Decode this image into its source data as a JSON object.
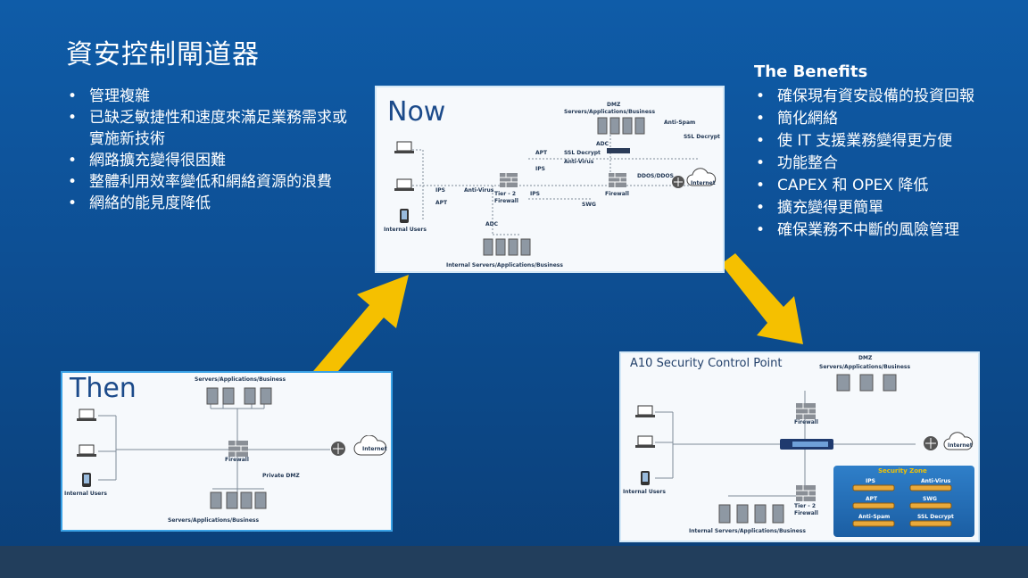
{
  "title": "資安控制閘道器",
  "problems": [
    "管理複雜",
    "已缺乏敏捷性和速度來滿足業務需求或實施新技術",
    "網路擴充變得很困難",
    "整體利用效率變低和網絡資源的浪費",
    "網絡的能見度降低"
  ],
  "benefits_heading": "The Benefits",
  "benefits": [
    "確保現有資安設備的投資回報",
    "簡化網絡",
    "使 IT 支援業務變得更方便",
    "功能整合",
    "CAPEX 和 OPEX 降低",
    "擴充變得更簡單",
    "確保業務不中斷的風險管理"
  ],
  "diagrams": {
    "now": {
      "label": "Now",
      "dmz": "DMZ",
      "servers_top": "Servers/Applications/Business",
      "internal_users": "Internal Users",
      "internal_servers": "Internal Servers/Applications/Business",
      "firewall": "Firewall",
      "tier2_firewall": "Tier - 2",
      "tier2_firewall_sub": "Firewall",
      "ddos": "DDOS/DDOS",
      "internet": "Internet",
      "adc1": "ADC",
      "adc2": "ADC",
      "apt": "APT",
      "ssl_decrypt": "SSL Decrypt",
      "ips": "IPS",
      "anti_virus": "Anti-Virus",
      "swg": "SWG",
      "anti_spam": "Anti-Spam",
      "ssl_decrypt_short": "SSL Decrypt"
    },
    "then": {
      "label": "Then",
      "servers_top": "Servers/Applications/Business",
      "firewall": "Firewall",
      "private_dmz": "Private DMZ",
      "internal_users": "Internal Users",
      "servers_bottom": "Servers/Applications/Business",
      "internet": "Internet"
    },
    "a10": {
      "title": "A10 Security Control Point",
      "dmz": "DMZ",
      "servers_top": "Servers/Applications/Business",
      "firewall": "Firewall",
      "internet": "Internet",
      "internal_users": "Internal Users",
      "tier2": "Tier - 2",
      "tier2_sub": "Firewall",
      "security_zone": "Security Zone",
      "ips": "IPS",
      "anti_virus": "Anti-Virus",
      "apt": "APT",
      "swg": "SWG",
      "anti_spam": "Anti-Spam",
      "ssl_decrypt": "SSL Decrypt",
      "internal_servers": "Internal Servers/Applications/Business"
    }
  },
  "colors": {
    "background": "#0d4f94",
    "arrow": "#f5c000",
    "panel_border": "#3aa2e6"
  }
}
